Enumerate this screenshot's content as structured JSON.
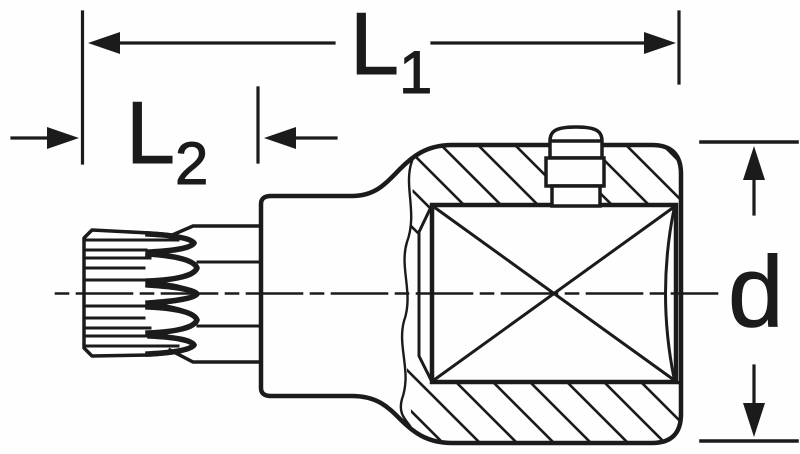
{
  "drawing_labels": {
    "l1": {
      "base": "L",
      "subscript": "1"
    },
    "l2": {
      "base": "L",
      "subscript": "2"
    },
    "d": {
      "base": "d"
    }
  },
  "colors": {
    "line": "#1b1b1b",
    "background": "#fefefe"
  }
}
